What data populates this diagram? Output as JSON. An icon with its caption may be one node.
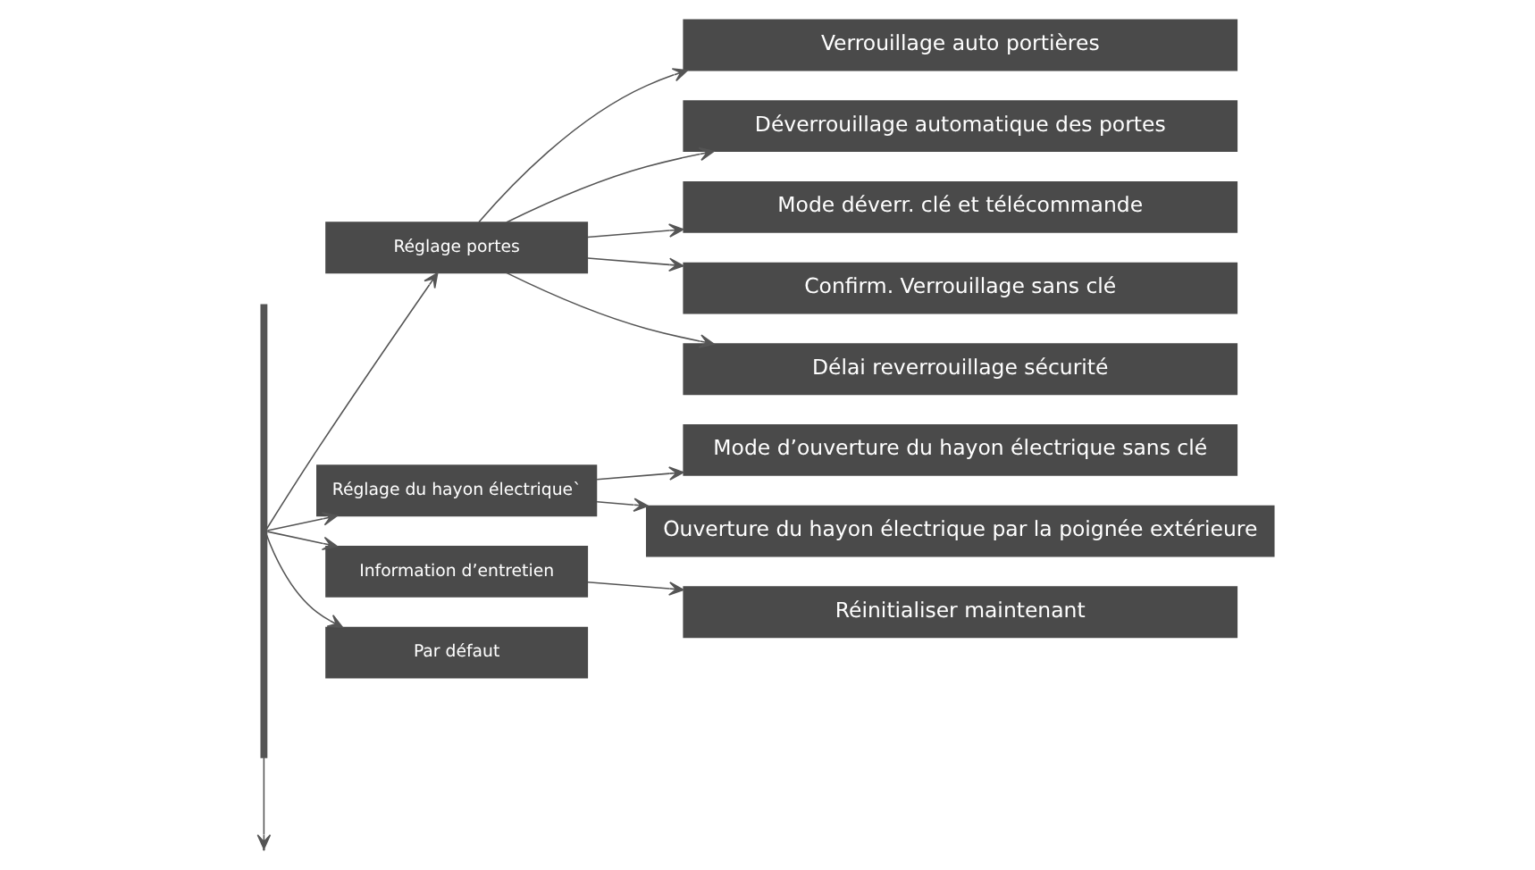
{
  "diagram": {
    "nodes": [
      {
        "text": [],
        "shape": "bar"
      },
      {
        "text": [
          "Réglage portes"
        ]
      },
      {
        "text": [
          "Verrouillage auto portières"
        ]
      },
      {
        "text": [
          "Déverrouillage automatique des portes"
        ]
      },
      {
        "text": [
          "Mode déverr. clé et télécommande"
        ]
      },
      {
        "text": [
          "Confirm. Verrouillage sans clé"
        ]
      },
      {
        "text": [
          "Délai reverrouillage sécurité"
        ]
      },
      {
        "text": [
          "Réglage du hayon électrique`"
        ]
      },
      {
        "text": [
          "Mode d’ouverture du hayon électrique sans clé"
        ]
      },
      {
        "text": [
          "Ouverture du hayon électrique par la poignée extérieure"
        ]
      },
      {
        "text": [
          "Information d’entretien"
        ]
      },
      {
        "text": [
          "Réinitialiser maintenant"
        ]
      },
      {
        "text": [
          "Par défaut"
        ]
      }
    ],
    "edges": [
      {
        "from": 0,
        "to": null,
        "arrow": "to"
      },
      {
        "from": 0,
        "to": 1,
        "arrow": "to"
      },
      {
        "from": 1,
        "to": 2,
        "arrow": "to"
      },
      {
        "from": 1,
        "to": 3,
        "arrow": "to"
      },
      {
        "from": 1,
        "to": 4,
        "arrow": "to"
      },
      {
        "from": 1,
        "to": 5,
        "arrow": "to"
      },
      {
        "from": 1,
        "to": 6,
        "arrow": "to"
      },
      {
        "from": 0,
        "to": 7,
        "arrow": "to"
      },
      {
        "from": 7,
        "to": 8,
        "arrow": "to"
      },
      {
        "from": 7,
        "to": 9,
        "arrow": "to"
      },
      {
        "from": 0,
        "to": 10,
        "arrow": "to"
      },
      {
        "from": 10,
        "to": 11,
        "arrow": "to"
      },
      {
        "from": 0,
        "to": 12,
        "arrow": "to"
      }
    ]
  }
}
